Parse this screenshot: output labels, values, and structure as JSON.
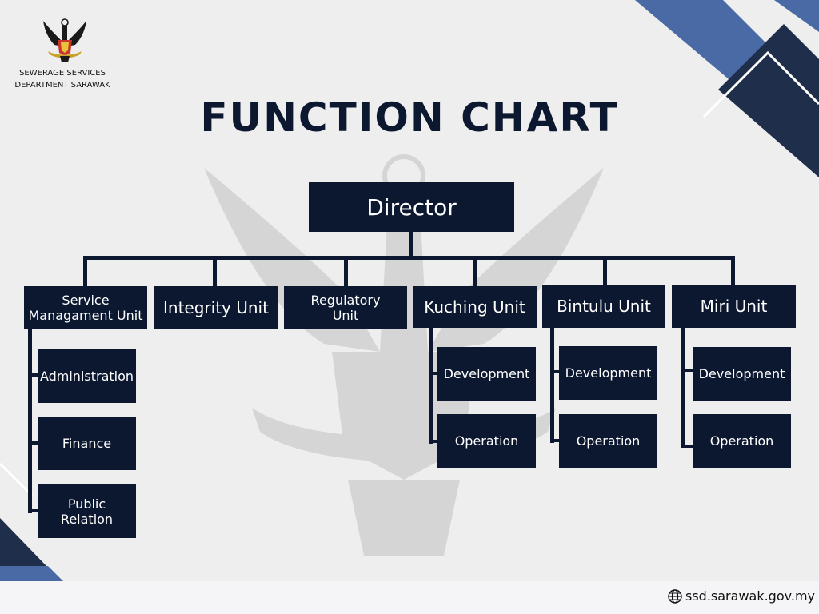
{
  "header": {
    "dept_line1": "SEWERAGE SERVICES",
    "dept_line2": "DEPARTMENT SARAWAK",
    "title": "FUNCTION CHART"
  },
  "chart": {
    "director": "Director",
    "units": [
      {
        "label": "Service\nManagament Unit",
        "subunits": [
          "Administration",
          "Finance",
          "Public\nRelation"
        ]
      },
      {
        "label": "Integrity Unit",
        "subunits": []
      },
      {
        "label": "Regulatory\nUnit",
        "subunits": []
      },
      {
        "label": "Kuching Unit",
        "subunits": [
          "Development",
          "Operation"
        ]
      },
      {
        "label": "Bintulu Unit",
        "subunits": [
          "Development",
          "Operation"
        ]
      },
      {
        "label": "Miri Unit",
        "subunits": [
          "Development",
          "Operation"
        ]
      }
    ]
  },
  "footer": {
    "url": "ssd.sarawak.gov.my",
    "icon": "globe-icon"
  },
  "colors": {
    "navy": "#0c1730",
    "accent_blue": "#4a6aa5",
    "background": "#eeeeee"
  }
}
